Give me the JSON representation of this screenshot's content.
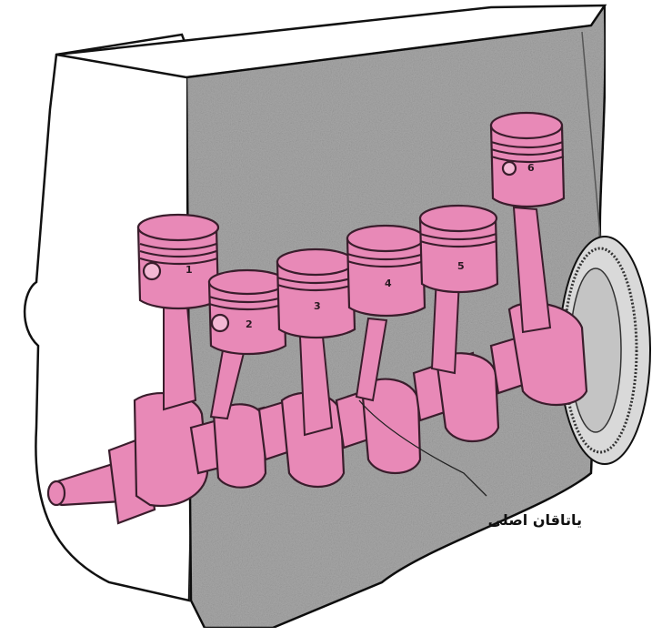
{
  "diagram": {
    "pistons": [
      {
        "number": "1"
      },
      {
        "number": "2"
      },
      {
        "number": "3"
      },
      {
        "number": "4"
      },
      {
        "number": "5"
      },
      {
        "number": "6"
      }
    ],
    "callout_main_bearing": "یاتاقان اصلی",
    "colors": {
      "part_fill": "#e889b7",
      "part_stroke": "#3a1d2c",
      "block_gray": "#a9a9a9",
      "block_white": "#ffffff"
    }
  }
}
